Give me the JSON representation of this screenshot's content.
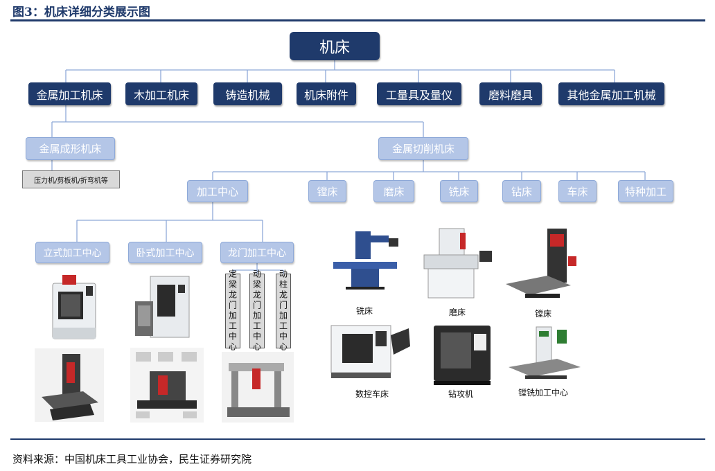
{
  "header": {
    "title": "图3：机床详细分类展示图"
  },
  "tree": {
    "root": "机床",
    "level1": [
      "金属加工机床",
      "木加工机床",
      "铸造机械",
      "机床附件",
      "工量具及量仪",
      "磨料磨具",
      "其他金属加工机械"
    ],
    "metal": {
      "forming": "金属成形机床",
      "forming_note": "压力机/剪板机/折弯机等",
      "cutting": "金属切削机床",
      "cutting_children": [
        "加工中心",
        "镗床",
        "磨床",
        "铣床",
        "钻床",
        "车床",
        "特种加工"
      ]
    },
    "centers": [
      "立式加工中心",
      "卧式加工中心",
      "龙门加工中心"
    ],
    "gantry_types": [
      "定梁龙门加工中心",
      "动梁龙门加工中心",
      "动柱龙门加工中心"
    ]
  },
  "captions": [
    "铣床",
    "磨床",
    "镗床",
    "数控车床",
    "钻攻机",
    "镗铣加工中心"
  ],
  "colors": {
    "dark_box": "#1f3a6b",
    "light_box": "#b4c6e7",
    "note_box": "#d9d9d9",
    "connector": "#8ea9d8"
  },
  "source": "资料来源：中国机床工具工业协会，民生证券研究院"
}
